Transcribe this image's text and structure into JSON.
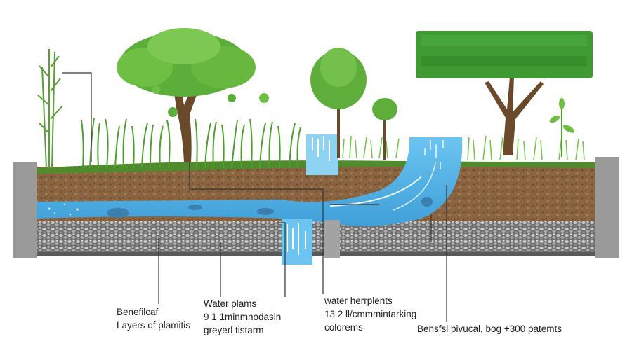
{
  "colors": {
    "water": "#4aaee6",
    "water_light": "#8fd3f3",
    "soil": "#8a6440",
    "gravel": "#8c8c8c",
    "grass": "#6fbf45",
    "foliage": "#5cae3a",
    "hedge": "#3f9a34",
    "trunk": "#6b4a2b",
    "wall": "#9a9a9a",
    "leader": "#333333"
  },
  "icons": {
    "trees": "tree-icon",
    "reeds": "reed-grass-icon",
    "hedge": "hedge-icon",
    "sprout": "sprout-icon",
    "waterfall": "waterfall-icon"
  },
  "labels": {
    "beneficial": {
      "line1": "Benefilcaf",
      "line2": "Layers of plamitis"
    },
    "water_plants": {
      "line1": "Water plams",
      "line2": "9 1 1minmnodasin",
      "line3": "greyerl tistarm"
    },
    "water_herrplents": {
      "line1": "water herrplents",
      "line2": "13 2 ll/cmmmintarking",
      "line3": "colorems"
    },
    "bog": {
      "line1": "Bensfsl pivucal, bog +300 patemts"
    }
  }
}
